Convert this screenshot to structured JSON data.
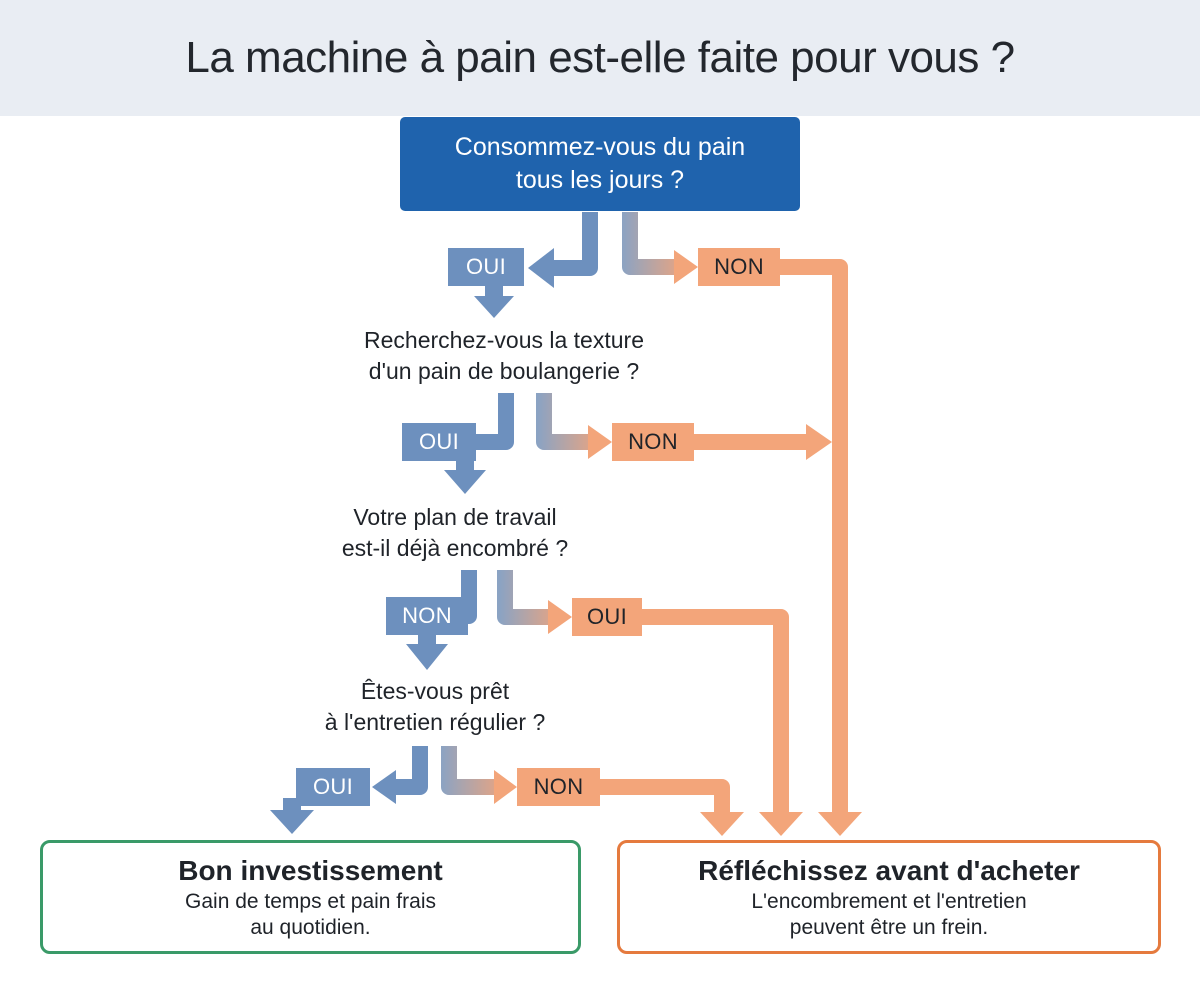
{
  "title": "La machine à pain est-elle faite pour vous ?",
  "questions": {
    "q1": {
      "line1": "Consommez-vous du pain",
      "line2": "tous les jours ?"
    },
    "q2": {
      "line1": "Recherchez-vous la texture",
      "line2": "d'un pain de boulangerie ?"
    },
    "q3": {
      "line1": "Votre plan de travail",
      "line2": "est-il déjà encombré ?"
    },
    "q4": {
      "line1": "Êtes-vous prêt",
      "line2": "à l'entretien régulier ?"
    }
  },
  "labels": {
    "q1_yes": "OUI",
    "q1_no": "NON",
    "q2_yes": "OUI",
    "q2_no": "NON",
    "q3_no": "NON",
    "q3_yes": "OUI",
    "q4_yes": "OUI",
    "q4_no": "NON"
  },
  "results": {
    "good": {
      "title": "Bon investissement",
      "line1": "Gain de temps et pain frais",
      "line2": "au quotidien."
    },
    "warn": {
      "title": "Réfléchissez avant d'acheter",
      "line1": "L'encombrement et l'entretien",
      "line2": "peuvent être un frein."
    }
  },
  "colors": {
    "header_bg": "#e9edf3",
    "question_box": "#1f63ad",
    "yes_path": "#6d90be",
    "no_path": "#f3a57a",
    "good_border": "#3a9a68",
    "warn_border": "#e57a3e"
  }
}
